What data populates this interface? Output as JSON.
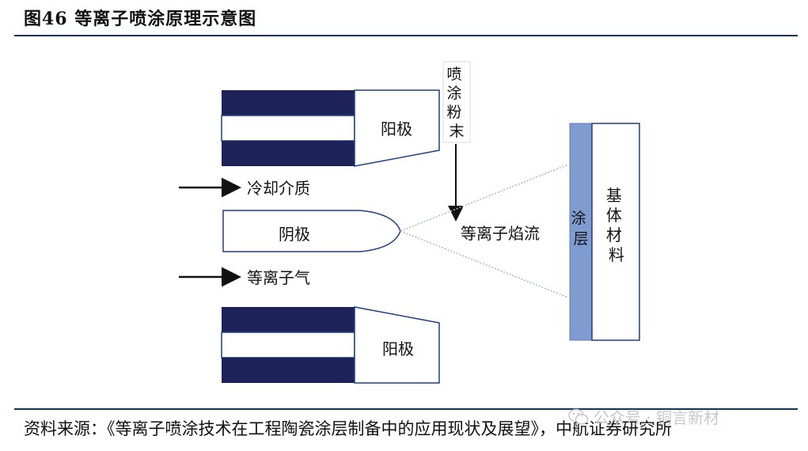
{
  "title": "图46 等离子喷涂原理示意图",
  "labels": {
    "anode_top": "阳极",
    "anode_bottom": "阳极",
    "cathode": "阴极",
    "powder": "喷涂粉末",
    "coolant": "冷却介质",
    "plasma_gas": "等离子气",
    "plasma_jet": "等离子焰流",
    "coating": "涂层",
    "substrate": "基体材料"
  },
  "colors": {
    "electrode_band": "#1d2358",
    "outline": "#1f3f82",
    "coating_fill": "#7f9bcf"
  },
  "source": "资料来源：《等离子喷涂技术在工程陶瓷涂层制备中的应用现状及展望》，中航证券研究所",
  "watermark": {
    "icon": "wechat-icon",
    "text": "公众号 · 铜言新材"
  }
}
